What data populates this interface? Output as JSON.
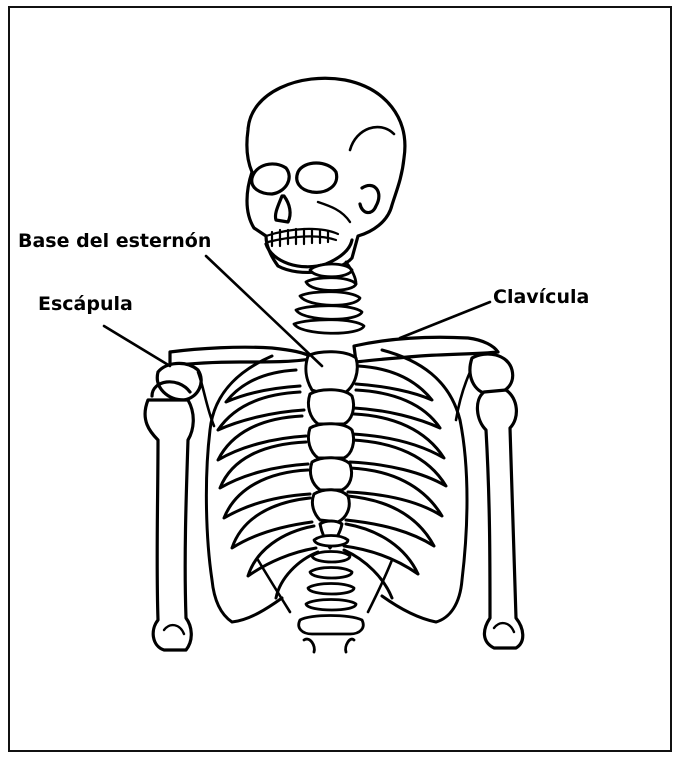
{
  "labels": {
    "sternum_base": "Base del esternón",
    "scapula": "Escápula",
    "clavicle": "Clavícula"
  },
  "icons": [
    "skeleton-illustration"
  ]
}
